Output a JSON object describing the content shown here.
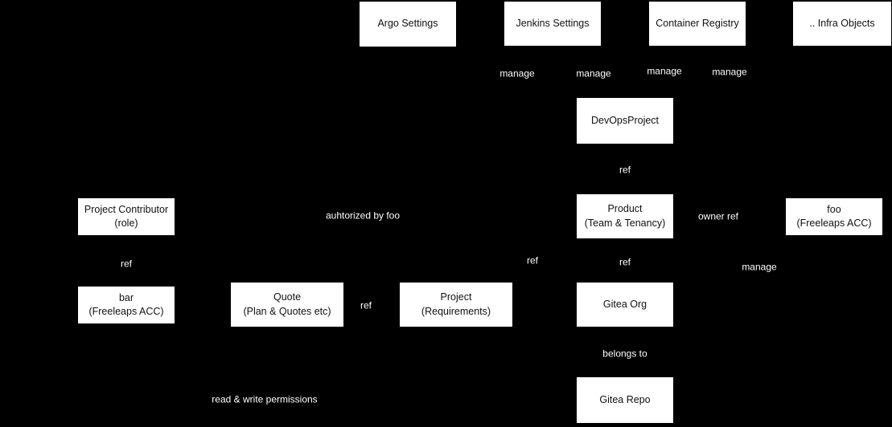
{
  "colors": {
    "background": "#000000",
    "node_fill": "#ffffff",
    "node_text": "#111111",
    "edge_label_text": "#ffffff"
  },
  "nodes": {
    "argo": {
      "line1": "Argo Settings"
    },
    "jenkins": {
      "line1": "Jenkins Settings"
    },
    "registry": {
      "line1": "Container Registry"
    },
    "infra": {
      "line1": ".. Infra Objects"
    },
    "devops": {
      "line1": "DevOpsProject"
    },
    "contributor": {
      "line1": "Project Contributor",
      "line2": "(role)"
    },
    "product": {
      "line1": "Product",
      "line2": "(Team & Tenancy)"
    },
    "foo": {
      "line1": "foo",
      "line2": "(Freeleaps ACC)"
    },
    "bar": {
      "line1": "bar",
      "line2": "(Freeleaps ACC)"
    },
    "quote": {
      "line1": "Quote",
      "line2": "(Plan & Quotes etc)"
    },
    "project": {
      "line1": "Project",
      "line2": "(Requirements)"
    },
    "gitea_org": {
      "line1": "Gitea Org"
    },
    "gitea_repo": {
      "line1": "Gitea Repo"
    }
  },
  "edge_labels": {
    "manage_argo": "manage",
    "manage_jenkins": "manage",
    "manage_registry": "manage",
    "manage_infra": "manage",
    "ref_devops_product": "ref",
    "authorized_by_foo": "auhtorized by foo",
    "owner_ref": "owner ref",
    "ref_project_product": "ref",
    "ref_product_gitea_org": "ref",
    "manage_foo_gitea": "manage",
    "ref_contributor_bar": "ref",
    "ref_quote_project": "ref",
    "belongs_to": "belongs to",
    "read_write_permissions": "read & write permissions"
  }
}
